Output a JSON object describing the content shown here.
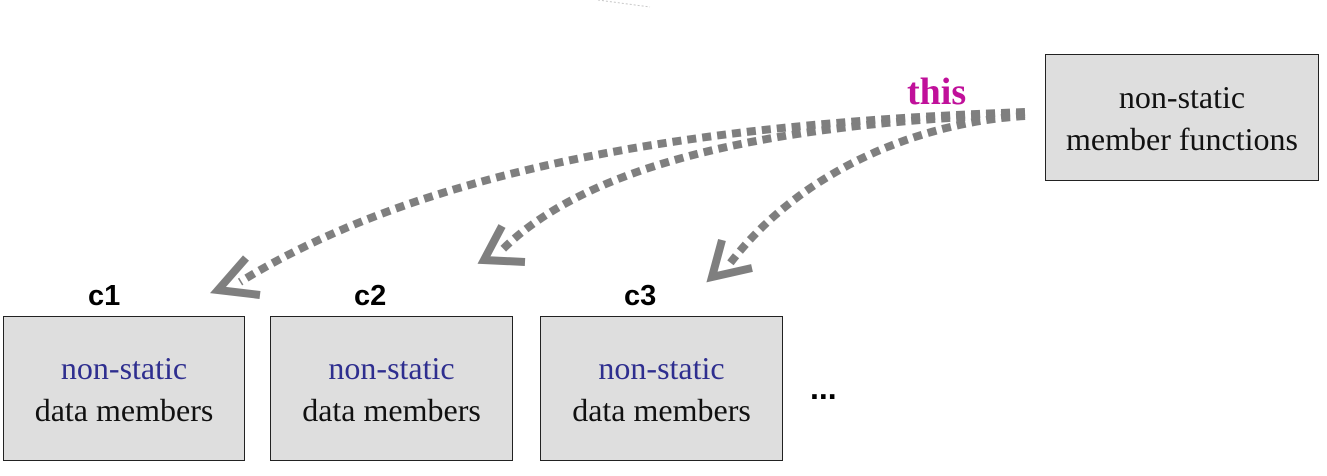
{
  "function_box": {
    "line1": "non-static",
    "line2": "member functions"
  },
  "pointer_label": "this",
  "objects": [
    {
      "label": "c1",
      "line1": "non-static",
      "line2": "data members"
    },
    {
      "label": "c2",
      "line1": "non-static",
      "line2": "data members"
    },
    {
      "label": "c3",
      "line1": "non-static",
      "line2": "data members"
    }
  ],
  "ellipsis": "...",
  "colors": {
    "pointer": "#c0109a",
    "data_text": "#2e2e8f",
    "arrow": "#7f7f7f",
    "box_fill": "#dedede"
  }
}
